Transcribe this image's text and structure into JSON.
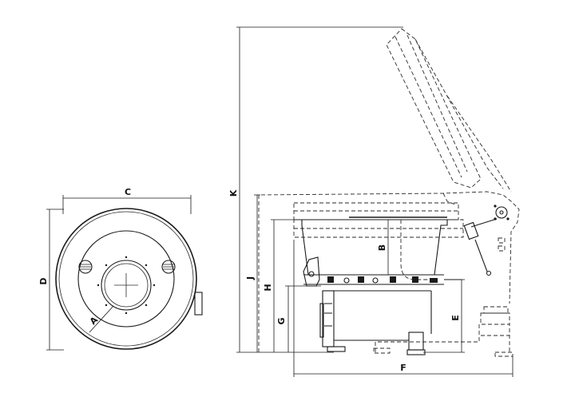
{
  "dimension_labels": {
    "A": "A",
    "B": "B",
    "C": "C",
    "D": "D",
    "E": "E",
    "F": "F",
    "G": "G",
    "H": "H",
    "J": "J",
    "K": "K"
  }
}
